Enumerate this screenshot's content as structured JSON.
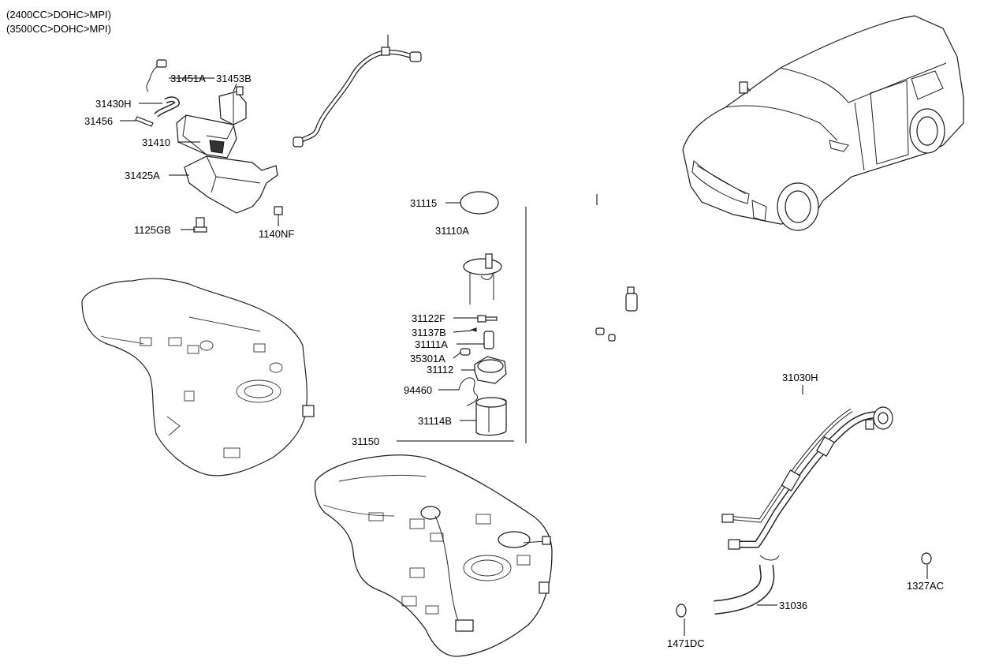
{
  "header": {
    "line1": "(2400CC>DOHC>MPI)",
    "line2": "(3500CC>DOHC>MPI)"
  },
  "parts": {
    "p31451A": "31451A",
    "p31453B": "31453B",
    "p31430H": "31430H",
    "p31456": "31456",
    "p31410": "31410",
    "p31425A": "31425A",
    "p1125GB": "1125GB",
    "p1140NF": "1140NF",
    "p31115": "31115",
    "p31110A": "31110A",
    "p31122F": "31122F",
    "p31137B": "31137B",
    "p31111A": "31111A",
    "p35301A": "35301A",
    "p31112": "31112",
    "p94460": "94460",
    "p31114B": "31114B",
    "p31150": "31150",
    "p31030H": "31030H",
    "p31036": "31036",
    "p1327AC": "1327AC",
    "p1471DC": "1471DC"
  },
  "illustrations": [
    "vehicle-suv",
    "canister-assembly",
    "vapor-hose",
    "fuel-pump-assembly",
    "fuel-tank-left",
    "fuel-tank-main",
    "filler-neck",
    "filler-hose"
  ]
}
